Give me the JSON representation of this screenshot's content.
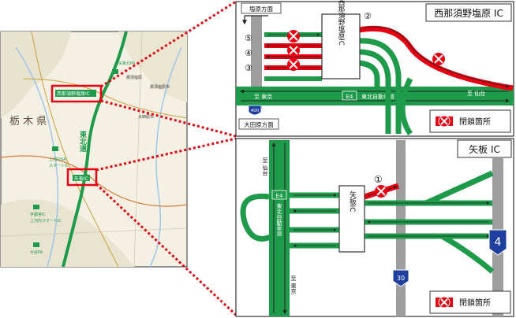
{
  "colors": {
    "road_green": "#1d9a4a",
    "closure_red": "#e60012",
    "route_blue": "#1f3f9f",
    "frame_red": "#e60012",
    "local_road_gray": "#9e9e9e"
  },
  "overview_map": {
    "prefecture_label": "栃 木 県",
    "expressway_label": "東北道",
    "highlight_labels": [
      "西那須野塩原IC",
      "矢板IC"
    ],
    "small_labels": [
      "上河内SA",
      "スマートIC",
      "矢板北PA",
      "宇都宮IC",
      "上河内スマートIC",
      "大谷PA",
      "那須塩原",
      "大田原市",
      "那須塩原市"
    ]
  },
  "panel_top": {
    "title": "西那須野塩原 IC",
    "ic_label": "西那須野塩原IC",
    "direction_top": "塩原方面",
    "direction_bottom": "大田原方面",
    "expressway_code": "E4",
    "expressway_name": "東北自動車道",
    "to_east": "至 仙台",
    "to_west": "至 東京",
    "route_number": "400",
    "markers": [
      "②",
      "⑤",
      "④",
      "③"
    ],
    "legend_label": "閉鎖箇所"
  },
  "panel_bottom": {
    "title": "矢板 IC",
    "ic_label": "矢板IC",
    "expressway_code": "E4",
    "expressway_name": "東北自動車道",
    "to_north": "至 仙台",
    "to_south": "至 東京",
    "marker": "①",
    "route_shield_large": "4",
    "route_shield_small": "30",
    "legend_label": "閉鎖箇所"
  }
}
